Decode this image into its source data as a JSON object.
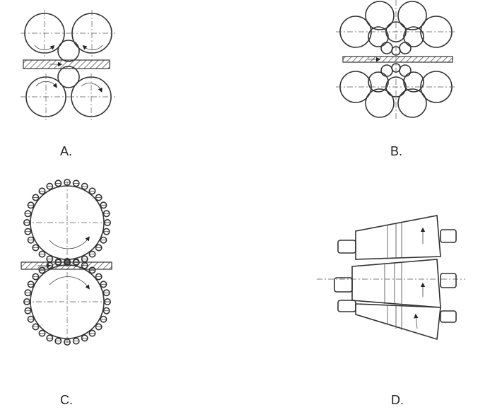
{
  "options": [
    {
      "id": "A",
      "label": "A."
    },
    {
      "id": "B",
      "label": "B."
    },
    {
      "id": "C",
      "label": "C."
    },
    {
      "id": "D",
      "label": "D."
    }
  ],
  "colors": {
    "ink": "#333333",
    "background": "#ffffff"
  }
}
